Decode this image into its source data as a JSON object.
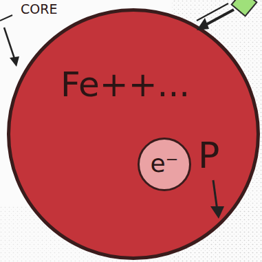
{
  "diagram": {
    "nodes": [
      {
        "text": [
          "Fe++..."
        ]
      },
      {
        "text": [
          "e⁻"
        ],
        "in": 0
      }
    ],
    "labels": [
      "CORE",
      "P"
    ]
  }
}
